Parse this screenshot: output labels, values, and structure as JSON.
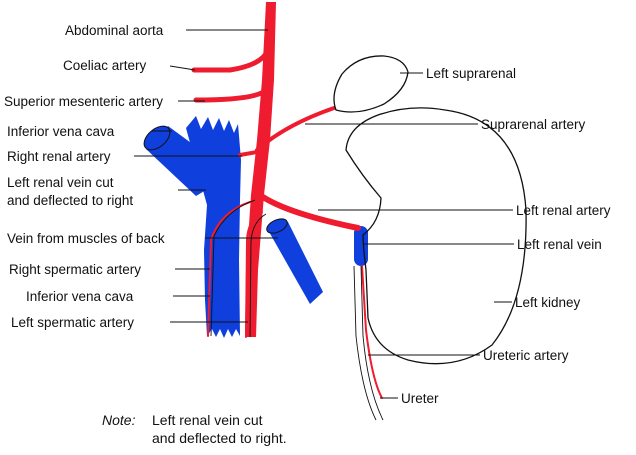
{
  "labels": {
    "abdominal_aorta": "Abdominal aorta",
    "coeliac_artery": "Coeliac artery",
    "superior_mesenteric_artery": "Superior mesenteric artery",
    "inferior_vena_cava_top": "Inferior vena cava",
    "right_renal_artery": "Right renal artery",
    "left_renal_vein_cut_line1": "Left renal vein cut",
    "left_renal_vein_cut_line2": "and deflected to right",
    "vein_from_muscles_of_back": "Vein from muscles of back",
    "right_spermatic_artery": "Right spermatic artery",
    "inferior_vena_cava_bottom": "Inferior vena cava",
    "left_spermatic_artery": "Left spermatic artery",
    "left_suprarenal": "Left suprarenal",
    "suprarenal_artery": "Suprarenal artery",
    "left_renal_artery": "Left renal artery",
    "left_renal_vein": "Left renal vein",
    "left_kidney": "Left kidney",
    "ureteric_artery": "Ureteric artery",
    "ureter": "Ureter"
  },
  "note": {
    "prefix": "Note:",
    "line1": "Left renal vein cut",
    "line2": "and deflected to right."
  },
  "colors": {
    "artery": "#ee1c2e",
    "vein": "#0f3fdc",
    "outline": "#111111",
    "background": "#ffffff"
  }
}
